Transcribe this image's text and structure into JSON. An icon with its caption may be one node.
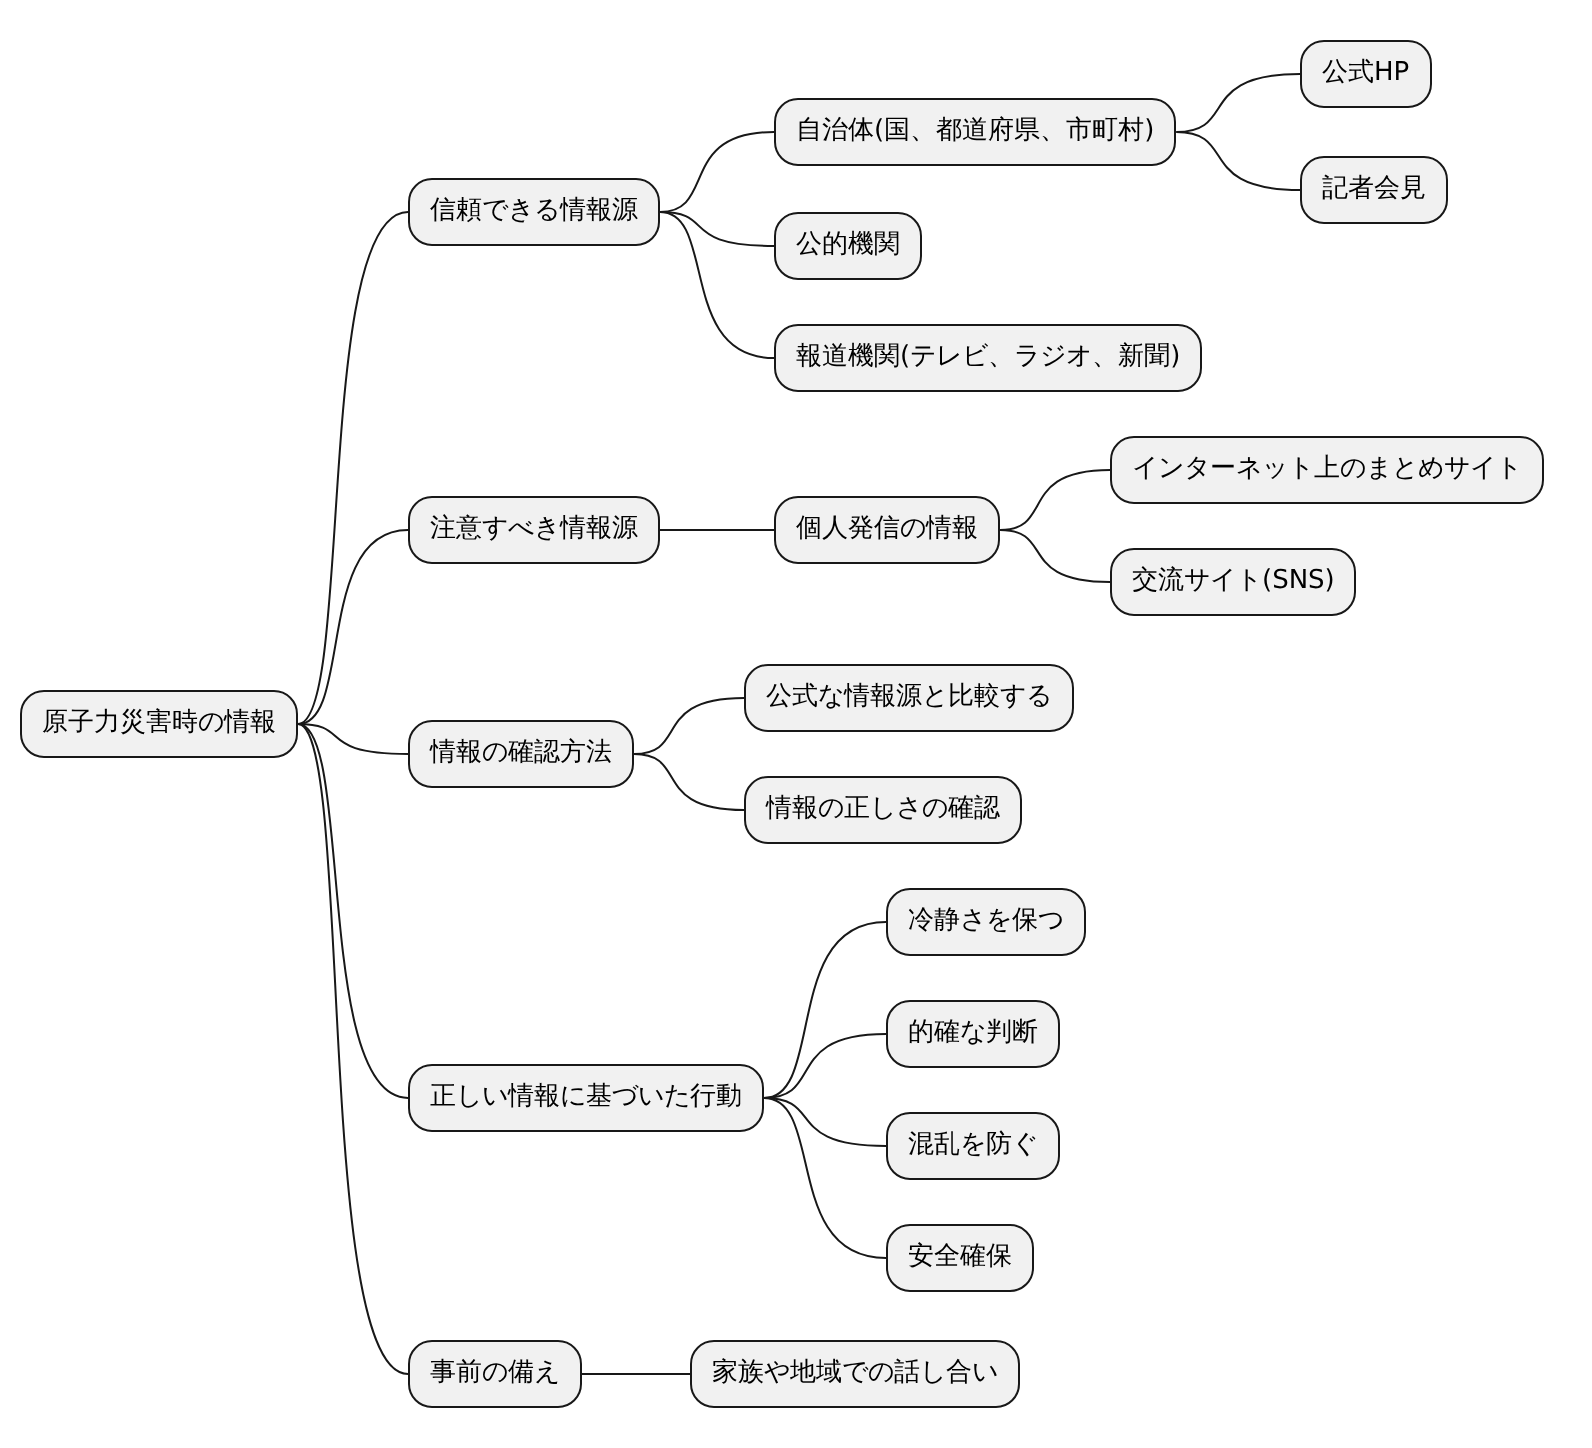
{
  "diagram": {
    "nodes": [
      {
        "text": [
          "原子力災害時の情報"
        ]
      },
      {
        "text": [
          "信頼できる情報源"
        ]
      },
      {
        "text": [
          "自治体(国、都道府県、市町村)"
        ]
      },
      {
        "text": [
          "公式HP"
        ]
      },
      {
        "text": [
          "記者会見"
        ]
      },
      {
        "text": [
          "公的機関"
        ]
      },
      {
        "text": [
          "報道機関(テレビ、ラジオ、新聞)"
        ]
      },
      {
        "text": [
          "注意すべき情報源"
        ]
      },
      {
        "text": [
          "個人発信の情報"
        ]
      },
      {
        "text": [
          "インターネット上のまとめサイト"
        ]
      },
      {
        "text": [
          "交流サイト(SNS)"
        ]
      },
      {
        "text": [
          "情報の確認方法"
        ]
      },
      {
        "text": [
          "公式な情報源と比較する"
        ]
      },
      {
        "text": [
          "情報の正しさの確認"
        ]
      },
      {
        "text": [
          "正しい情報に基づいた行動"
        ]
      },
      {
        "text": [
          "冷静さを保つ"
        ]
      },
      {
        "text": [
          "的確な判断"
        ]
      },
      {
        "text": [
          "混乱を防ぐ"
        ]
      },
      {
        "text": [
          "安全確保"
        ]
      },
      {
        "text": [
          "事前の備え"
        ]
      },
      {
        "text": [
          "家族や地域での話し合い"
        ]
      }
    ],
    "edges": [
      {
        "from": 0,
        "to": 1,
        "arrow": "none"
      },
      {
        "from": 1,
        "to": 2,
        "arrow": "none"
      },
      {
        "from": 2,
        "to": 3,
        "arrow": "none"
      },
      {
        "from": 2,
        "to": 4,
        "arrow": "none"
      },
      {
        "from": 1,
        "to": 5,
        "arrow": "none"
      },
      {
        "from": 1,
        "to": 6,
        "arrow": "none"
      },
      {
        "from": 0,
        "to": 7,
        "arrow": "none"
      },
      {
        "from": 7,
        "to": 8,
        "arrow": "none"
      },
      {
        "from": 8,
        "to": 9,
        "arrow": "none"
      },
      {
        "from": 8,
        "to": 10,
        "arrow": "none"
      },
      {
        "from": 0,
        "to": 11,
        "arrow": "none"
      },
      {
        "from": 11,
        "to": 12,
        "arrow": "none"
      },
      {
        "from": 11,
        "to": 13,
        "arrow": "none"
      },
      {
        "from": 0,
        "to": 14,
        "arrow": "none"
      },
      {
        "from": 14,
        "to": 15,
        "arrow": "none"
      },
      {
        "from": 14,
        "to": 16,
        "arrow": "none"
      },
      {
        "from": 14,
        "to": 17,
        "arrow": "none"
      },
      {
        "from": 14,
        "to": 18,
        "arrow": "none"
      },
      {
        "from": 0,
        "to": 19,
        "arrow": "none"
      },
      {
        "from": 19,
        "to": 20,
        "arrow": "none"
      }
    ]
  }
}
